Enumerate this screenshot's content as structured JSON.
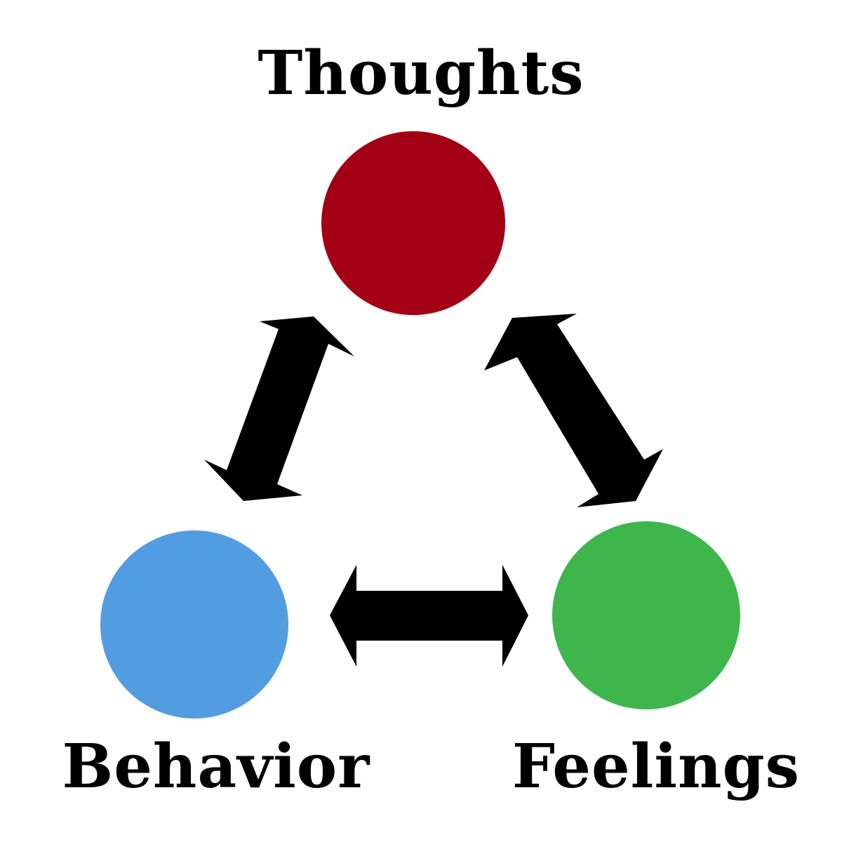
{
  "nodes": {
    "thoughts": {
      "label": "Thoughts",
      "color": "#a30015"
    },
    "behavior": {
      "label": "Behavior",
      "color": "#529de2"
    },
    "feelings": {
      "label": "Feelings",
      "color": "#3eb64c"
    }
  },
  "connections": [
    {
      "from": "thoughts",
      "to": "behavior",
      "direction": "bidirectional"
    },
    {
      "from": "thoughts",
      "to": "feelings",
      "direction": "bidirectional"
    },
    {
      "from": "behavior",
      "to": "feelings",
      "direction": "bidirectional"
    }
  ],
  "arrow_color": "#000000"
}
